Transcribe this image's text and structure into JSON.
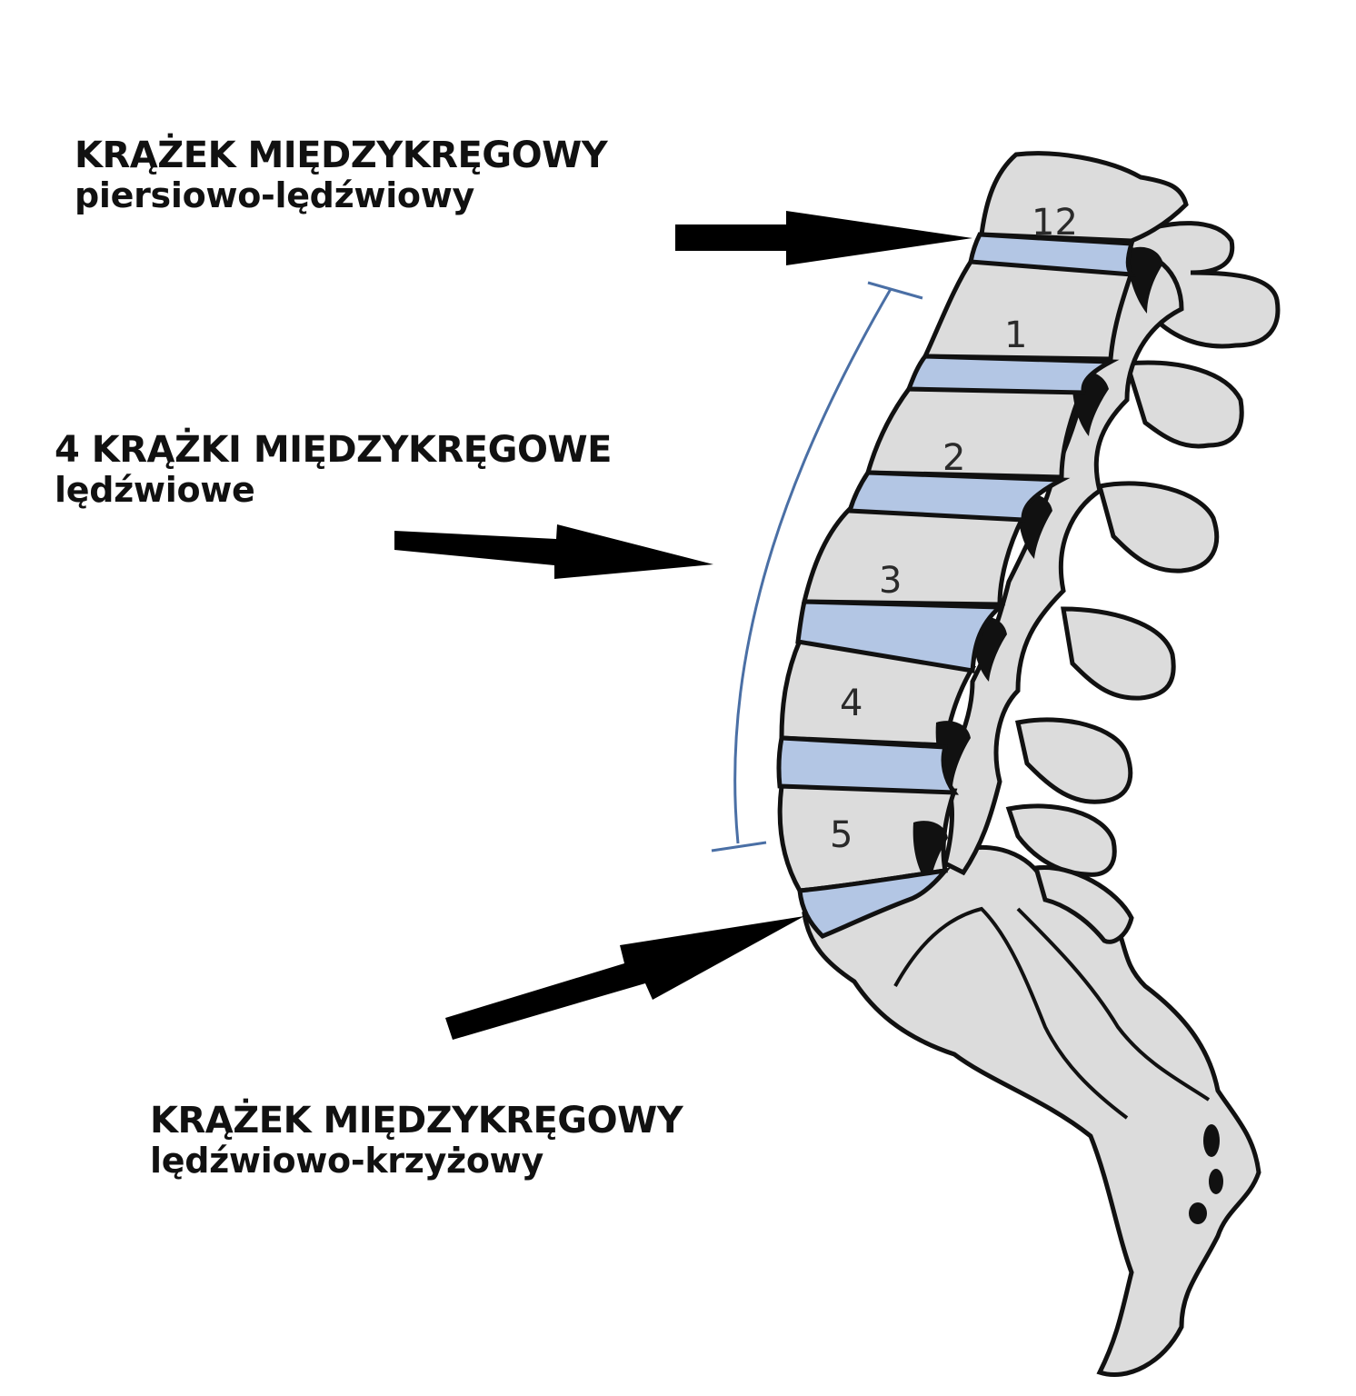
{
  "labels": {
    "top": {
      "title": "KRĄŻEK MIĘDZYKRĘGOWY",
      "subtitle": "piersiowo-lędźwiowy"
    },
    "middle": {
      "title": "4 KRĄŻKI MIĘDZYKRĘGOWE",
      "subtitle": "lędźwiowe"
    },
    "bottom": {
      "title": "KRĄŻEK MIĘDZYKRĘGOWY",
      "subtitle": "lędźwiowo-krzyżowy"
    }
  },
  "vertebrae": [
    "12",
    "1",
    "2",
    "3",
    "4",
    "5"
  ],
  "colors": {
    "bone": "#dcdcdc",
    "outline": "#111111",
    "disc": "#b3c6e4",
    "bracket": "#4a6fa5",
    "arrow": "#000000"
  }
}
